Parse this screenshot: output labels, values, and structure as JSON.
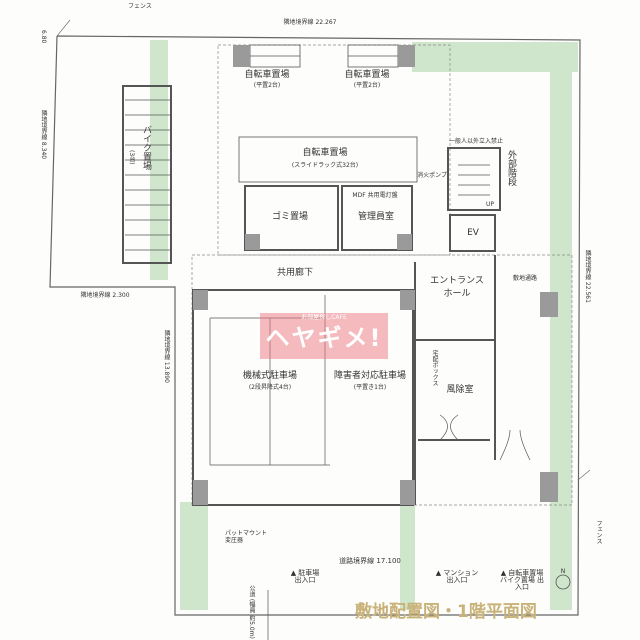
{
  "colors": {
    "green": "#cfe6cc",
    "wall": "#9a9a9a",
    "watermark": "#ec7882",
    "title": "#c9b27a"
  },
  "labels": {
    "fence_top": "フェンス",
    "boundary_top": "隣地境界線 22.267",
    "dim_left_top": "6.80",
    "boundary_left": "隣地境界線 8.340",
    "boundary_left_bottom": "隣地境界線 2.300",
    "boundary_left_lower": "隣地境界線 13.890",
    "boundary_right": "隣地境界線 22.561",
    "bike_parking": "バイク置場",
    "bike_parking_sub": "(3台)",
    "bicycle_1": "自転車置場",
    "bicycle_1_sub": "(平置2台)",
    "bicycle_2": "自転車置場",
    "bicycle_2_sub": "(平置2台)",
    "bicycle_rack": "自転車置場",
    "bicycle_rack_sub": "(スライドラック式32台)",
    "fire_tank": "消火ポンプ",
    "trash": "ゴミ置場",
    "manager": "管理員室",
    "mdf": "MDF 共用電灯盤",
    "outer_stairs": "外部階段",
    "stairs_note": "一般人以外立入禁止",
    "up": "UP",
    "ev": "EV",
    "corridor": "共用廊下",
    "entrance": "エントランス",
    "entrance2": "ホール",
    "site_path": "敷地通路",
    "mech_parking": "機械式駐車場",
    "mech_parking_sub": "(2段昇降式4台)",
    "accessible_parking": "障害者対応駐車場",
    "accessible_parking_sub": "(平置き1台)",
    "vestibule": "風除室",
    "delivery_box": "宅配ボックス",
    "pad_mount": "パットマウント 変圧器",
    "fence_right": "フェンス",
    "road_boundary": "道路境界線 17.100",
    "parking_entrance": "▲ 駐車場 出入口",
    "mansion_entrance": "▲ マンション 出入口",
    "bike_entrance": "▲ 自転車置場 バイク置場 出入口",
    "public_road": "公道 (幅員 約5.0m)",
    "north": "N",
    "watermark_small": "お部屋探しCAFE",
    "watermark_big": "ヘヤギメ!",
    "title": "敷地配置図・1階平面図"
  }
}
